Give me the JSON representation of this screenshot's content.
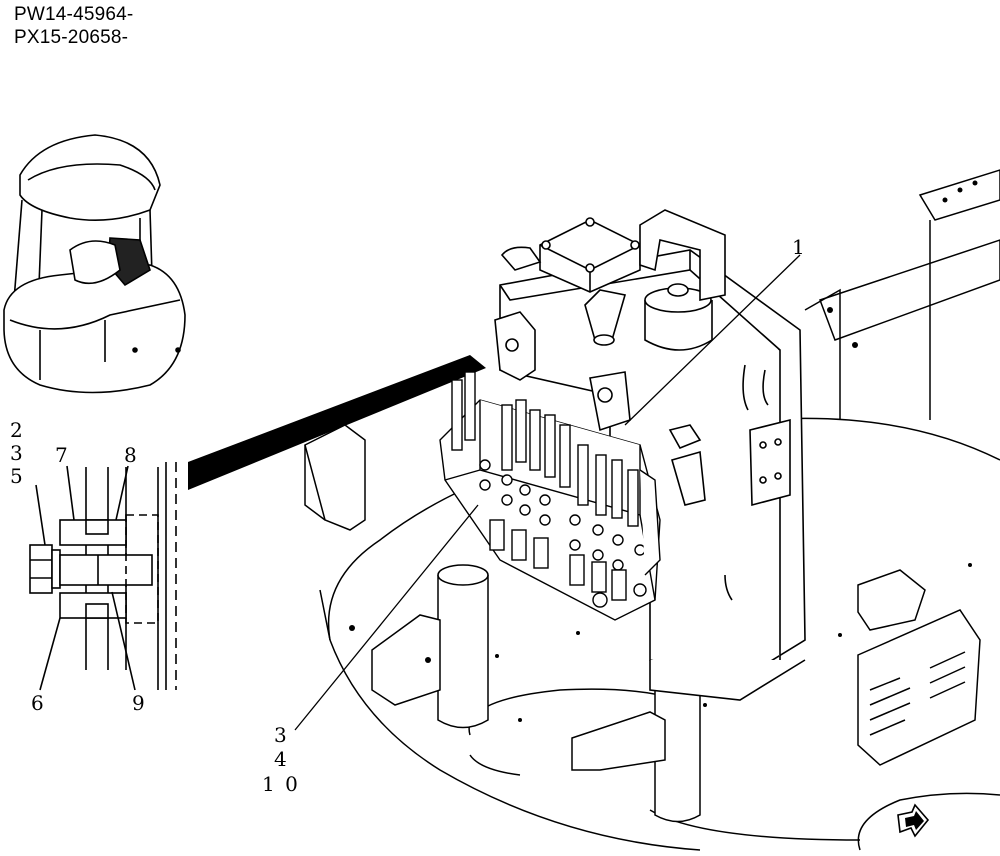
{
  "header": {
    "serial_lines": [
      "PW14-45964-",
      "PX15-20658-"
    ]
  },
  "callouts": {
    "c1": "1",
    "c2": "2",
    "c3a": "3",
    "c5": "5",
    "c7": "7",
    "c8": "8",
    "c6": "6",
    "c9": "9",
    "c3b": "3",
    "c4": "4",
    "c10": "1 0"
  }
}
